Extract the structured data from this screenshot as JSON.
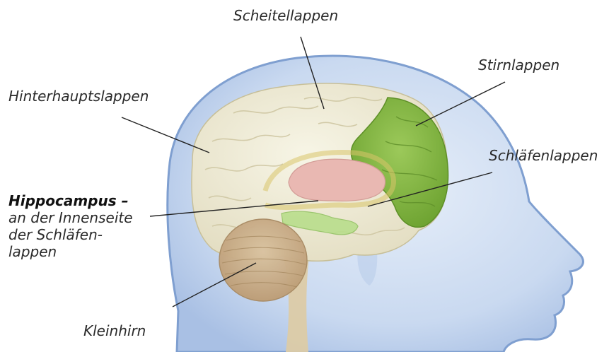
{
  "labels": {
    "parietal": "Scheitellappen",
    "frontal": "Stirnlappen",
    "occipital": "Hinterhauptslappen",
    "temporal": "Schläfenlappen",
    "hippocampus_title": "Hippocampus –",
    "hippocampus_line1": "an der Innenseite",
    "hippocampus_line2": "der Schläfen-",
    "hippocampus_line3": "lappen",
    "cerebellum": "Kleinhirn"
  },
  "colors": {
    "head_fill": "#c9d9f0",
    "head_edge": "#6d8fc4",
    "brain_fill": "#ede9d2",
    "frontal_lobe": "#7fb33e",
    "limbic_pink": "#e8b6b0",
    "hippocampus_green": "#b7dc8a",
    "cerebellum_tan": "#c9ad89",
    "brainstem": "#d9c8a4",
    "leader_line": "#222222"
  }
}
